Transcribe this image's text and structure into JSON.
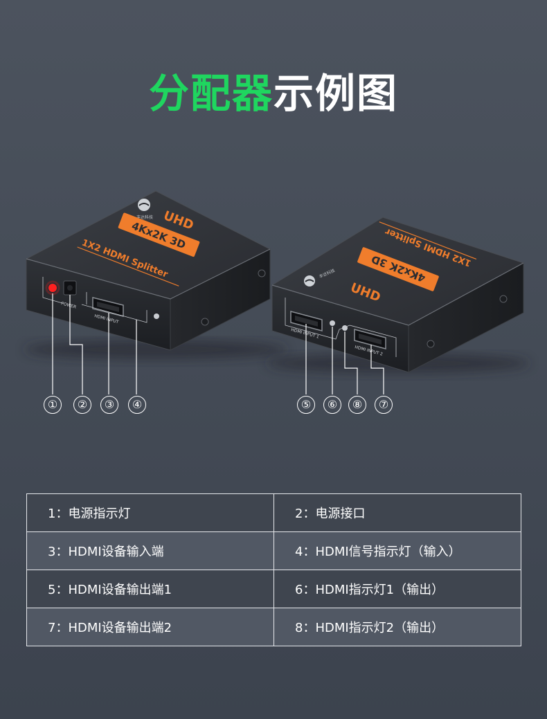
{
  "title": {
    "green_part": "分配器",
    "white_part": "示例图"
  },
  "device_left": {
    "brand_small": "丰达科技",
    "top_label_uhd": "UHD",
    "top_label_res": "4Kx2K 3D",
    "top_label_model": "1X2 HDMI Splitter",
    "port_label_power": "POWER",
    "port_label_input": "HDMI INPUT"
  },
  "device_right": {
    "brand_small": "丰达科技",
    "top_label_uhd": "UHD",
    "top_label_res": "4Kx2K 3D",
    "top_label_model": "1X2 HDMI Splitter",
    "port_label_out1": "HDMI INPUT 1",
    "port_label_out2": "HDMI INPUT 2"
  },
  "callouts": [
    "①",
    "②",
    "③",
    "④",
    "⑤",
    "⑥",
    "⑧",
    "⑦"
  ],
  "colors": {
    "title_green": "#1fd65f",
    "label_orange": "#f07d2c",
    "led_red": "#ff2020"
  },
  "table": {
    "rows": [
      [
        "1：电源指示灯",
        "2：电源接口"
      ],
      [
        "3：HDMI设备输入端",
        "4：HDMI信号指示灯（输入）"
      ],
      [
        "5：HDMI设备输出端1",
        "6：HDMI指示灯1（输出）"
      ],
      [
        "7：HDMI设备输出端2",
        "8：HDMI指示灯2（输出）"
      ]
    ]
  }
}
